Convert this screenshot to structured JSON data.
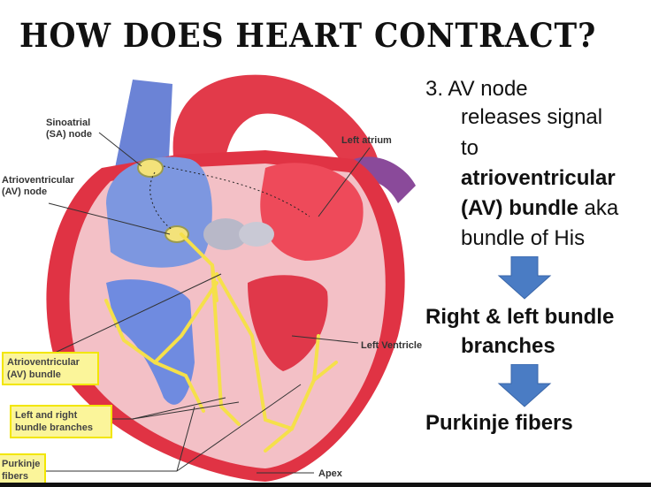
{
  "title": "How does heart contract?",
  "steps": {
    "step3_prefix": "3. AV node",
    "step3_line2": "releases signal",
    "step3_line3": "to",
    "step3_bold1": "atrioventricular",
    "step3_bold2": "(AV) bundle",
    "step3_aka": " aka",
    "step3_line6": "bundle of His",
    "step4_line1": "Right & left bundle",
    "step4_line2": "branches",
    "step5": "Purkinje fibers"
  },
  "diagram_labels": {
    "sa_node": [
      "Sinoatrial",
      "(SA) node"
    ],
    "av_node": [
      "Atrioventricular",
      "(AV) node"
    ],
    "left_atrium": "Left atrium",
    "left_ventricle": "Left Ventricle",
    "apex": "Apex",
    "av_bundle": [
      "Atrioventricular",
      "(AV) bundle"
    ],
    "bundle_branches": [
      "Left and right",
      "bundle branches"
    ],
    "purkinje": [
      "Purkinje",
      "fibers"
    ]
  },
  "colors": {
    "arrow": "#4a7cc4",
    "highlight": "#fbf59a",
    "conduction": "#f5e04a"
  }
}
